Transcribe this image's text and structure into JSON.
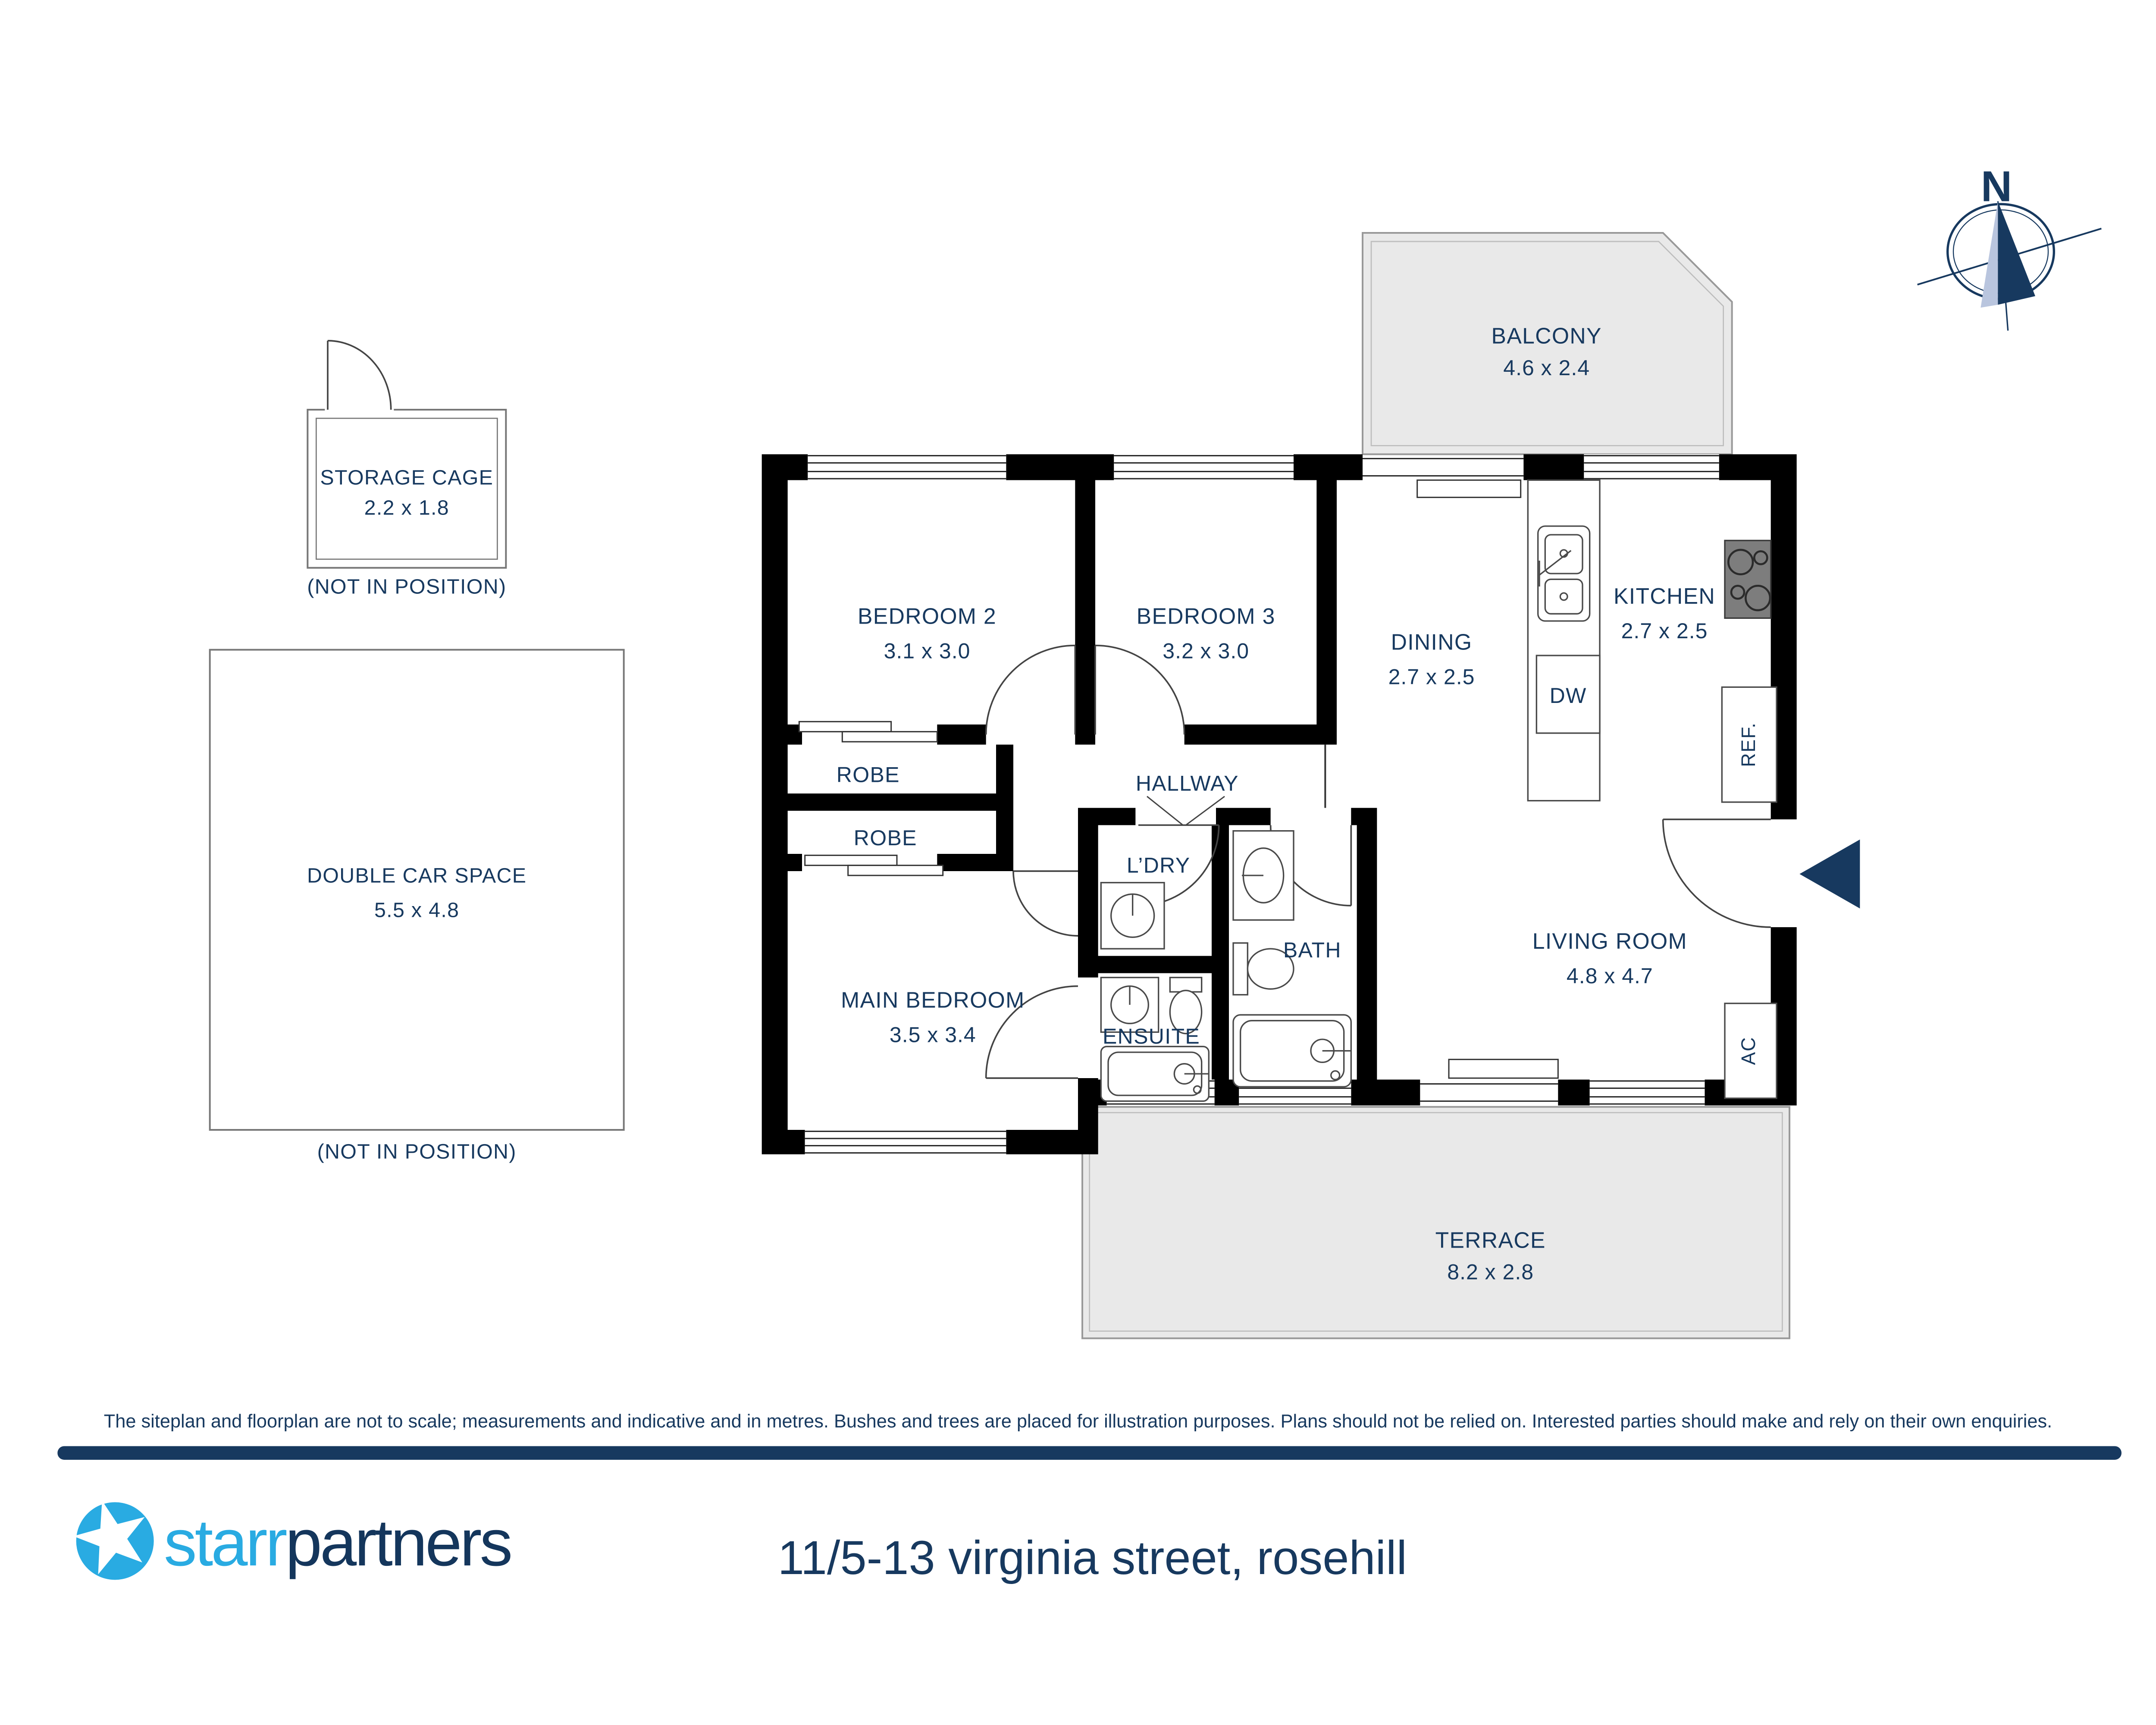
{
  "colors": {
    "navy": "#17395f",
    "light_blue": "#29abe2",
    "area_fill": "#e9e9e9"
  },
  "compass": {
    "north_letter": "N"
  },
  "site_items": {
    "storage": {
      "label": "STORAGE CAGE",
      "dims": "2.2 x 1.8",
      "note": "(NOT IN POSITION)"
    },
    "car_space": {
      "label": "DOUBLE CAR SPACE",
      "dims": "5.5 x 4.8",
      "note": "(NOT IN POSITION)"
    }
  },
  "rooms": {
    "balcony": {
      "label": "BALCONY",
      "dims": "4.6 x 2.4"
    },
    "bedroom2": {
      "label": "BEDROOM 2",
      "dims": "3.1 x 3.0"
    },
    "bedroom3": {
      "label": "BEDROOM 3",
      "dims": "3.2 x 3.0"
    },
    "dining": {
      "label": "DINING",
      "dims": "2.7 x 2.5"
    },
    "kitchen": {
      "label": "KITCHEN",
      "dims": "2.7 x 2.5"
    },
    "living": {
      "label": "LIVING ROOM",
      "dims": "4.8 x 4.7"
    },
    "main_bedroom": {
      "label": "MAIN BEDROOM",
      "dims": "3.5 x 3.4"
    },
    "terrace": {
      "label": "TERRACE",
      "dims": "8.2 x 2.8"
    }
  },
  "labels": {
    "robe_upper": "ROBE",
    "robe_lower": "ROBE",
    "hallway": "HALLWAY",
    "laundry": "L’DRY",
    "bath": "BATH",
    "ensuite": "ENSUITE",
    "dishwasher": "DW",
    "fridge": "REF.",
    "aircon": "AC"
  },
  "footer": {
    "disclaimer": "The siteplan and floorplan are not to scale; measurements and indicative and in metres. Bushes and trees are placed for illustration purposes. Plans should not be relied on. Interested parties should make and rely on their own enquiries.",
    "address": "11/5-13 virginia street, rosehill"
  },
  "logo": {
    "brand_part1": "starr",
    "brand_part2": "partners"
  }
}
